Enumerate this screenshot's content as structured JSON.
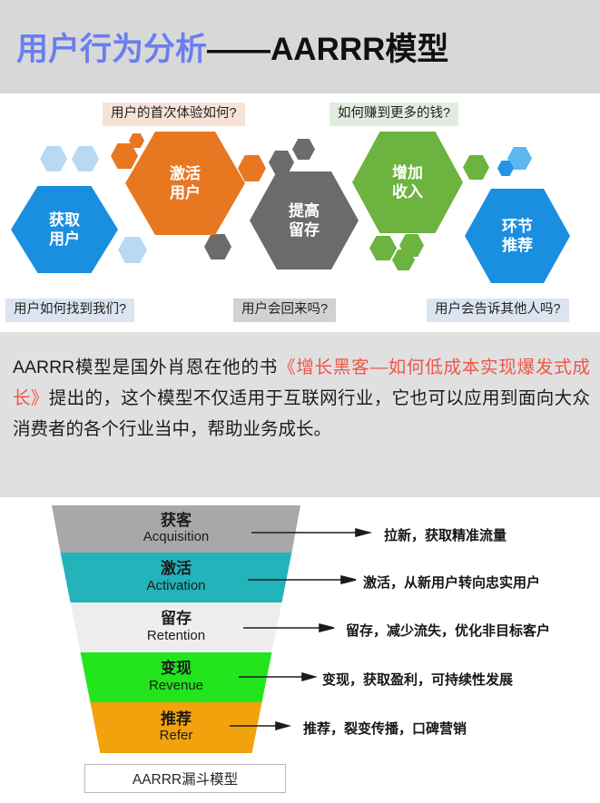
{
  "header": {
    "title_cn": "用户行为分析",
    "title_en": "——AARRR模型",
    "title_cn_color": "#6a7ef0",
    "title_en_color": "#111111",
    "band_color": "#d8d8d8"
  },
  "hex_diagram": {
    "nodes": [
      {
        "id": "acquisition",
        "label_line1": "获取",
        "label_line2": "用户",
        "color": "#1a8fe0"
      },
      {
        "id": "activation",
        "label_line1": "激活",
        "label_line2": "用户",
        "color": "#e87722"
      },
      {
        "id": "retention",
        "label_line1": "提高",
        "label_line2": "留存",
        "color": "#6b6b6b"
      },
      {
        "id": "revenue",
        "label_line1": "增加",
        "label_line2": "收入",
        "color": "#6cb33f"
      },
      {
        "id": "referral",
        "label_line1": "环节",
        "label_line2": "推荐",
        "color": "#1a8fe0"
      }
    ],
    "callouts_top": [
      {
        "id": "activation-question",
        "text": "用户的首次体验如何?",
        "bg": "#f7e2d8"
      },
      {
        "id": "revenue-question",
        "text": "如何赚到更多的钱?",
        "bg": "#e2ebdf"
      }
    ],
    "callouts_bottom": [
      {
        "id": "acquisition-question",
        "text": "用户如何找到我们?",
        "bg": "#dbe4f0"
      },
      {
        "id": "retention-question",
        "text": "用户会回来吗?",
        "bg": "#d2d2d2"
      },
      {
        "id": "referral-question",
        "text": "用户会告诉其他人吗?",
        "bg": "#dbe4f0"
      }
    ]
  },
  "paragraph": {
    "part1": "AARRR模型是国外肖恩在他的书",
    "highlight": "《增长黑客—如何低成本实现爆发式成长》",
    "part2": "提出的，这个模型不仅适用于互联网行业，它也可以应用到面向大众消费者的各个行业当中，帮助业务成长。",
    "highlight_color": "#f0544a",
    "background": "#e0e0e0"
  },
  "funnel": {
    "caption": "AARRR漏斗模型",
    "stages": [
      {
        "id": "acquisition",
        "cn": "获客",
        "en": "Acquisition",
        "color": "#a8a8a8",
        "annotation": "拉新，获取精准流量"
      },
      {
        "id": "activation",
        "cn": "激活",
        "en": "Activation",
        "color": "#23b3ba",
        "annotation": "激活，从新用户转向忠实用户"
      },
      {
        "id": "retention",
        "cn": "留存",
        "en": "Retention",
        "color": "#eeeeee",
        "annotation": "留存，减少流失，优化非目标客户"
      },
      {
        "id": "revenue",
        "cn": "变现",
        "en": "Revenue",
        "color": "#22e51e",
        "annotation": "变现，获取盈利，可持续性发展"
      },
      {
        "id": "refer",
        "cn": "推荐",
        "en": "Refer",
        "color": "#f2a20c",
        "annotation": "推荐，裂变传播，口碑营销"
      }
    ]
  }
}
